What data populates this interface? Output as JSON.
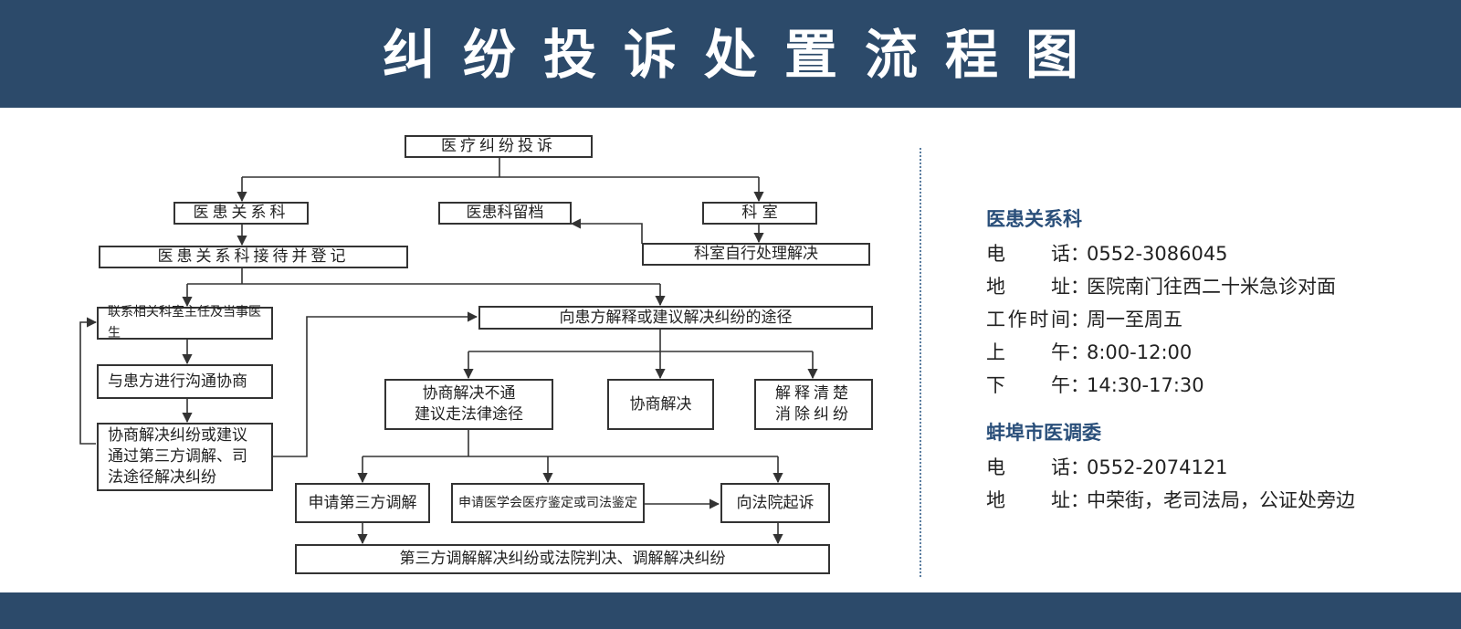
{
  "title": "纠纷投诉处置流程图",
  "flow": {
    "complaint": "医疗纠纷投诉",
    "relations_dept": "医患关系科",
    "archive": "医患科留档",
    "department": "科    室",
    "reception": "医患关系科接待并登记",
    "dept_self": "科室自行处理解决",
    "contact_director": "联系相关科室主任及当事医生",
    "communicate": "与患方进行沟通协商",
    "negotiate_suggest": "协商解决纠纷或建议\n通过第三方调解、司\n法途径解决纠纷",
    "explain": "向患方解释或建议解决纠纷的途径",
    "legal_path": "协商解决不通\n建议走法律途径",
    "resolved": "协商解决",
    "explain_clear": "解释清楚\n消除纠纷",
    "third_party": "申请第三方调解",
    "appraisal": "申请医学会医疗鉴定或司法鉴定",
    "court": "向法院起诉",
    "final": "第三方调解解决纠纷或法院判决、调解解决纠纷"
  },
  "contacts": [
    {
      "heading": "医患关系科",
      "rows": [
        {
          "label": "电　话",
          "value": "0552-3086045"
        },
        {
          "label": "地　址",
          "value": "医院南门往西二十米急诊对面"
        },
        {
          "label": "工作时间",
          "value": "周一至周五"
        },
        {
          "label": "上　午",
          "value": "8:00-12:00"
        },
        {
          "label": "下　午",
          "value": "14:30-17:30"
        }
      ]
    },
    {
      "heading": "蚌埠市医调委",
      "rows": [
        {
          "label": "电　话",
          "value": "0552-2074121"
        },
        {
          "label": "地　址",
          "value": "中荣街，老司法局，公证处旁边"
        }
      ]
    }
  ],
  "colors": {
    "band": "#2c4a6a",
    "heading": "#2a4f7a",
    "line": "#333333"
  }
}
